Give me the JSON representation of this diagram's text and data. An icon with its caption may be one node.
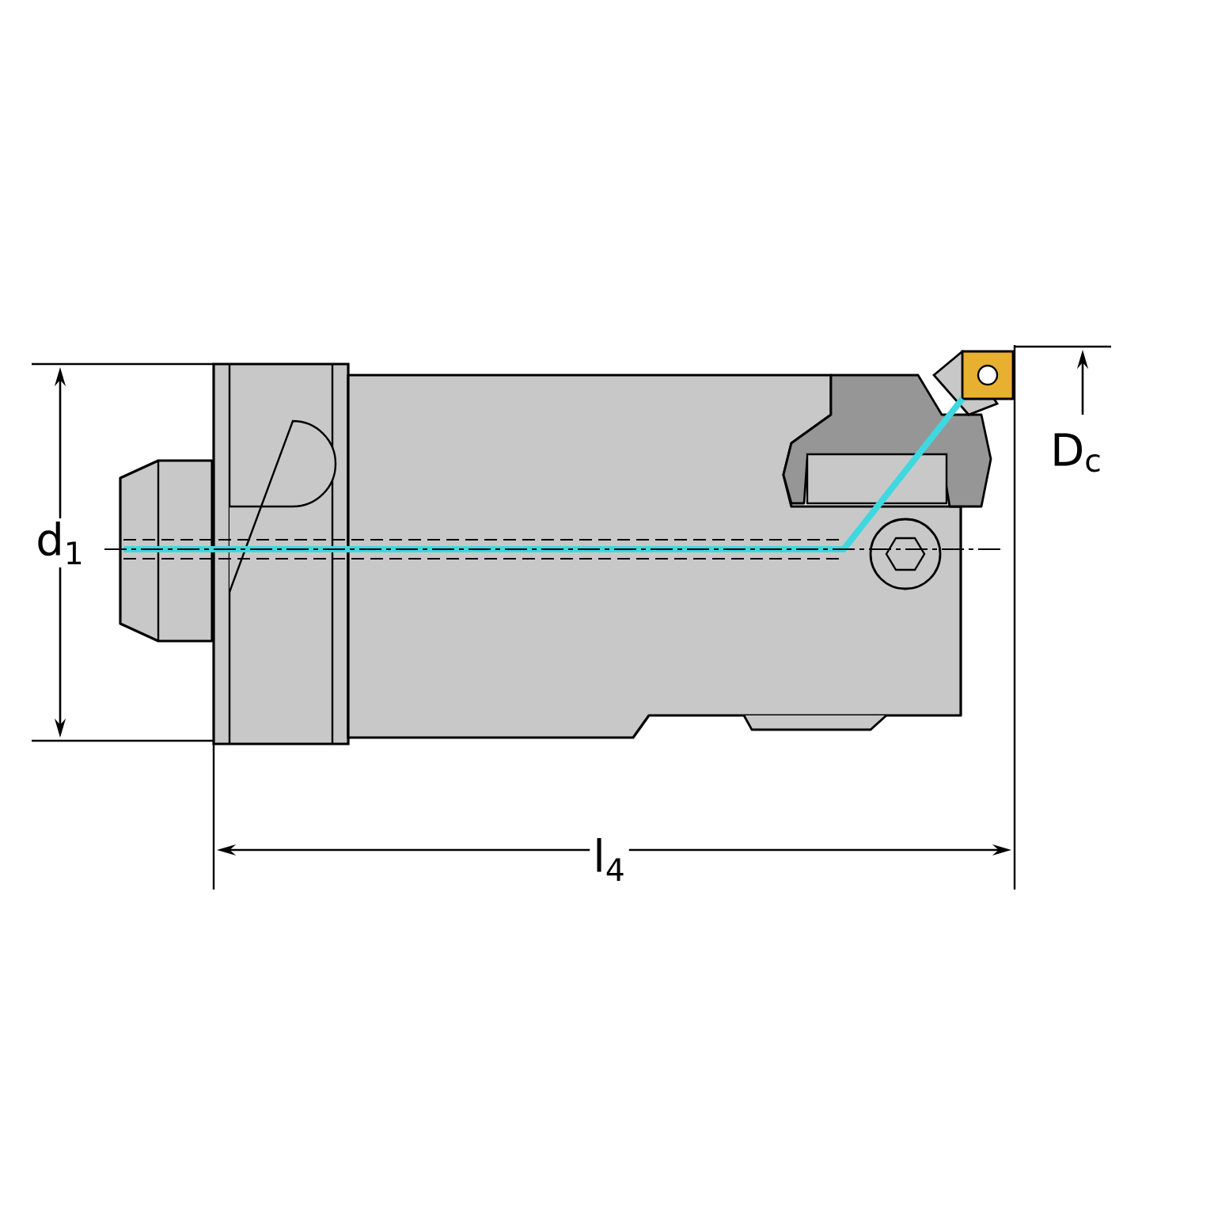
{
  "diagram": {
    "labels": [
      "d$_{1}$",
      "D$_{c}$",
      "l$_{4}$"
    ]
  }
}
